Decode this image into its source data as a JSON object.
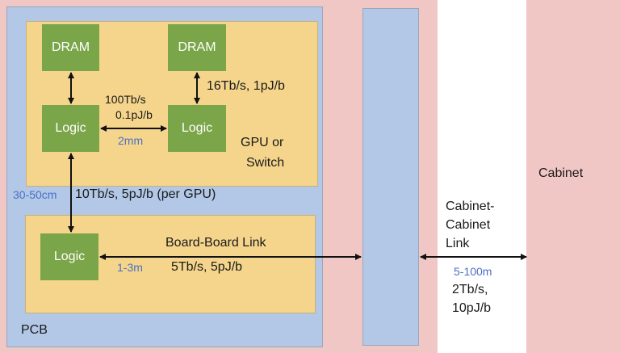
{
  "colors": {
    "background": "#f1c7c5",
    "white_column": "#ffffff",
    "pcb": "#b2c8e6",
    "package": "#f5d58b",
    "chip": "#7aa548",
    "distance_text": "#4a6fc6"
  },
  "chips": {
    "dram_left": "DRAM",
    "dram_right": "DRAM",
    "logic_left": "Logic",
    "logic_right": "Logic",
    "logic_board": "Logic"
  },
  "labels": {
    "on_package_bw": "100Tb/s",
    "on_package_energy": "0.1pJ/b",
    "on_package_dist": "2mm",
    "dram_link": "16Tb/s, 1pJ/b",
    "gpu_label_line1": "GPU or",
    "gpu_label_line2": "Switch",
    "pcb_dist": "30-50cm",
    "pcb_link": "10Tb/s, 5pJ/b (per GPU)",
    "board_link_title": "Board-Board Link",
    "board_dist": "1-3m",
    "board_link_bw": "5Tb/s, 5pJ/b",
    "pcb": "PCB",
    "cabinet_link_line1": "Cabinet-",
    "cabinet_link_line2": "Cabinet",
    "cabinet_link_line3": "Link",
    "cabinet_dist": "5-100m",
    "cabinet_bw_line1": "2Tb/s,",
    "cabinet_bw_line2": "10pJ/b",
    "cabinet": "Cabinet"
  }
}
